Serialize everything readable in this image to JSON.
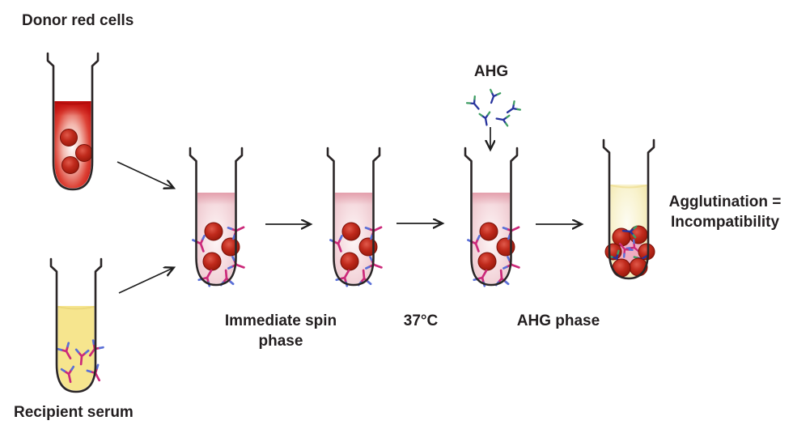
{
  "flow": {
    "inputs": [
      {
        "label": "Donor red cells"
      },
      {
        "label": "Recipient serum"
      }
    ],
    "reagent": {
      "label": "AHG"
    },
    "stages": [
      {
        "label": "Immediate spin phase"
      },
      {
        "label": "37°C"
      },
      {
        "label": "AHG phase"
      }
    ],
    "result": {
      "label": "Agglutination = Incompatibility"
    }
  },
  "colors": {
    "outline": "#2b2627",
    "text": "#231f20",
    "donor_red": "#c30e0d",
    "serum_yellow": "#f6e58e",
    "mix_pink": "#ecc3ca",
    "result_yellow": "#f1e5a4",
    "rbc_red": "#b02418",
    "antibody_magenta": "#cb2a7a",
    "antibody_blue": "#5a6fd6",
    "ahg_navy": "#27339d",
    "ahg_green": "#3f9e63"
  }
}
